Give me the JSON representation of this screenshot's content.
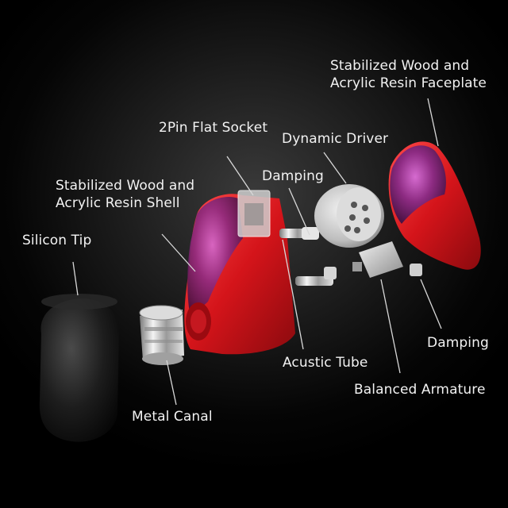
{
  "labels": {
    "faceplate": [
      "Stabilized Wood and",
      "Acrylic Resin Faceplate"
    ],
    "socket": "2Pin Flat Socket",
    "dynamic_driver": "Dynamic Driver",
    "shell": [
      "Stabilized Wood and",
      "Acrylic Resin Shell"
    ],
    "damping_top": "Damping",
    "silicon_tip": "Silicon Tip",
    "damping_right": "Damping",
    "acustic_tube": "Acustic Tube",
    "balanced_armature": "Balanced Armature",
    "metal_canal": "Metal Canal"
  },
  "colors": {
    "background": "#000000",
    "label_text": "#f2f2f2",
    "leader_line": "#d8d8d8",
    "resin_red": "#d8161c",
    "wood_purple": "#8a2a78",
    "tip_black": "#151515",
    "metal_silver": "#c9c9c9"
  }
}
